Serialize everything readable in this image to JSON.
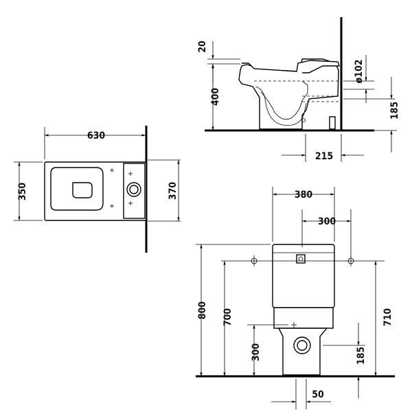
{
  "top_view": {
    "width_label": "630",
    "depth_left_label": "350",
    "depth_right_label": "370"
  },
  "side_view": {
    "gap_label": "20",
    "seat_height_label": "400",
    "pipe_label": "ø102",
    "outlet_height_label": "185",
    "outlet_offset_label": "215"
  },
  "front_view": {
    "tank_width_label": "380",
    "bolt_spacing_label": "300",
    "total_height_label": "800",
    "fixing_height_label": "700",
    "cistern_height_label": "710",
    "inlet_height_label": "300",
    "outlet_height_label": "185",
    "base_label": "50"
  }
}
